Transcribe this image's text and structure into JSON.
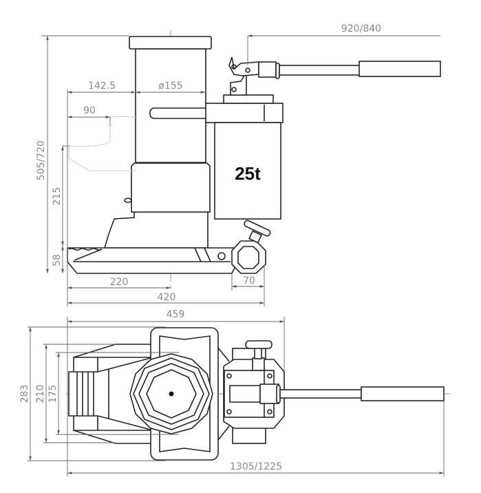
{
  "side_view": {
    "capacity_label": "25t",
    "dimensions": {
      "handle_length": "920/840",
      "total_height": "505/720",
      "offset": "142.5",
      "ram_diameter": "ø155",
      "toe_depth": "90",
      "toe_height": "215",
      "toe_min_height": "58",
      "center_distance": "220",
      "base_length": "420",
      "valve_offset": "70"
    }
  },
  "top_view": {
    "dimensions": {
      "overall_width": "459",
      "frame_width": "283",
      "base_width": "210",
      "toe_width": "175",
      "overall_length": "1305/1225"
    }
  }
}
